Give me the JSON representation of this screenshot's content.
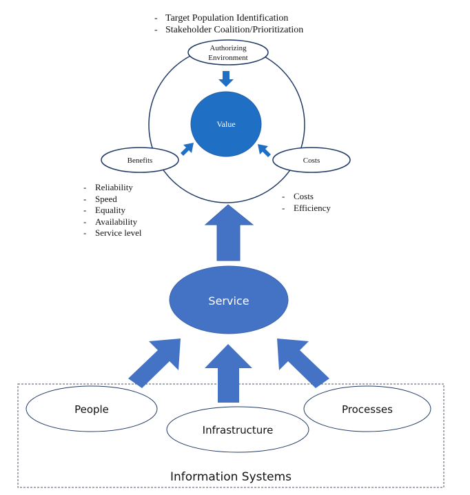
{
  "top_list": {
    "items": [
      "Target Population Identification",
      "Stakeholder Coalition/Prioritization"
    ]
  },
  "value_circle": {
    "authorizing": [
      "Authorizing",
      "Environment"
    ],
    "center": "Value",
    "benefits": "Benefits",
    "costs": "Costs"
  },
  "benefits_list": {
    "items": [
      "Reliability",
      "Speed",
      "Equality",
      "Availability",
      "Service level"
    ]
  },
  "costs_list": {
    "items": [
      "Costs",
      "Efficiency"
    ]
  },
  "service": {
    "label": "Service"
  },
  "information_systems": {
    "title": "Information Systems",
    "people": "People",
    "infrastructure": "Infrastructure",
    "processes": "Processes"
  },
  "colors": {
    "value_fill": "#1F6FC5",
    "arrow_fill": "#4472C4",
    "outline": "#1F3864",
    "text": "#000000"
  }
}
